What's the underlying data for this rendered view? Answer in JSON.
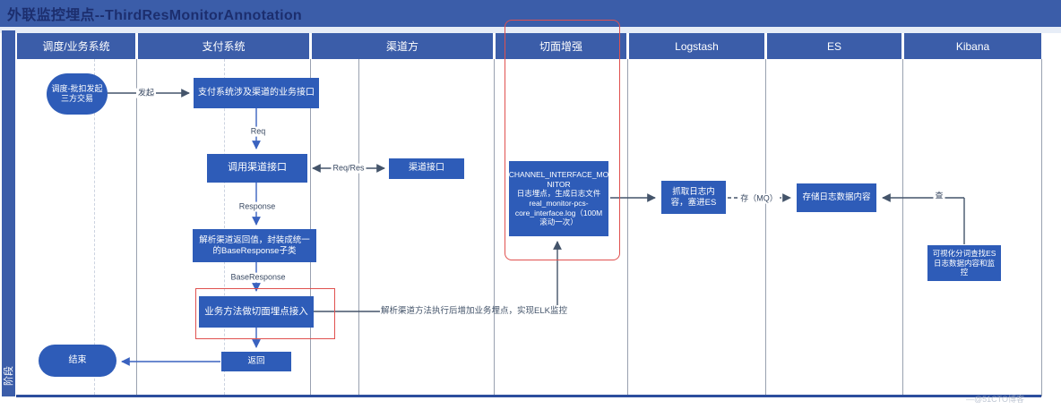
{
  "title": "外联监控埋点--ThirdResMonitorAnnotation",
  "phase_label": "阶段",
  "watermark": "—@51CTO博客",
  "colors": {
    "header_blue": "#3b5da9",
    "node_blue": "#2e5cb8",
    "highlight_red": "#e0514f",
    "connector_dark": "#44546a",
    "connector_blue": "#3a62bf"
  },
  "lanes": [
    {
      "label": "调度/业务系统"
    },
    {
      "label": "支付系统"
    },
    {
      "label": "渠道方"
    },
    {
      "label": "切面增强",
      "highlighted": true
    },
    {
      "label": "Logstash"
    },
    {
      "label": "ES"
    },
    {
      "label": "Kibana"
    }
  ],
  "nodes": {
    "start": {
      "label": "调度-批扣发起三方交易",
      "shape": "stadium"
    },
    "pay_interface": {
      "label": "支付系统涉及渠道的业务接口",
      "shape": "rect"
    },
    "call_channel": {
      "label": "调用渠道接口",
      "shape": "rect"
    },
    "channel_api": {
      "label": "渠道接口",
      "shape": "rect"
    },
    "parse_response": {
      "label": "解析渠道返回值，封装成统一的BaseResponse子类",
      "shape": "rect"
    },
    "aspect_embed": {
      "label": "业务方法做切面埋点接入",
      "shape": "rect",
      "highlighted": true
    },
    "return": {
      "label": "返回",
      "shape": "rect"
    },
    "end": {
      "label": "结束",
      "shape": "stadium"
    },
    "channel_monitor": {
      "label": "CHANNEL_INTERFACE_MO\nNITOR\n日志埋点，生成日志文件\nreal_monitor-pcs-\ncore_interface.log（100M\n滚动一次）",
      "shape": "rect",
      "highlighted": true
    },
    "logstash_grab": {
      "label": "抓取日志内容，塞进ES",
      "shape": "rect"
    },
    "es_store": {
      "label": "存储日志数据内容",
      "shape": "rect"
    },
    "kibana_search": {
      "label": "可视化分词查找ES日志数据内容和监控",
      "shape": "rect"
    }
  },
  "edge_labels": {
    "initiate": "发起",
    "req": "Req",
    "req_res": "Req/Res",
    "response": "Response",
    "base_response": "BaseResponse",
    "store_mq": "存（MQ）",
    "query": "查"
  },
  "annotation": "解析渠道方法执行后增加业务埋点，实现ELK监控"
}
